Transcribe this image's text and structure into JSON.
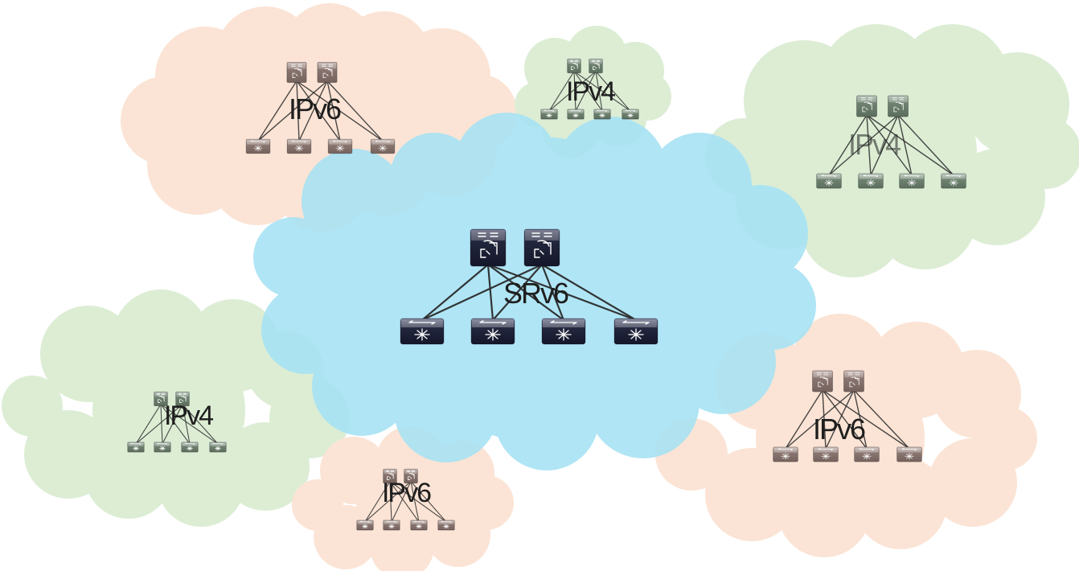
{
  "colors": {
    "ipv6_cloud": "#fbe4d5",
    "ipv4_cloud": "#dcedd4",
    "srv6_cloud": "#a6e2f4",
    "link_color": "#2a2a2a",
    "srv6_device": "#1e2238",
    "ipv4_device": "#6f8270",
    "ipv6_device": "#8a7670"
  },
  "clouds": [
    {
      "id": "ipv6-top-left",
      "label": "IPv6",
      "protocol": "ipv6",
      "spine_count": 2,
      "leaf_count": 4
    },
    {
      "id": "ipv4-top-center",
      "label": "IPv4",
      "protocol": "ipv4",
      "spine_count": 2,
      "leaf_count": 4
    },
    {
      "id": "ipv4-top-right",
      "label": "IPv4",
      "protocol": "ipv4",
      "spine_count": 2,
      "leaf_count": 4
    },
    {
      "id": "srv6-center",
      "label": "SRv6",
      "protocol": "srv6",
      "spine_count": 2,
      "leaf_count": 4
    },
    {
      "id": "ipv4-bottom-left",
      "label": "IPv4",
      "protocol": "ipv4",
      "spine_count": 2,
      "leaf_count": 4
    },
    {
      "id": "ipv6-bottom-center",
      "label": "IPv6",
      "protocol": "ipv6",
      "spine_count": 2,
      "leaf_count": 4
    },
    {
      "id": "ipv6-bottom-right",
      "label": "IPv6",
      "protocol": "ipv6",
      "spine_count": 2,
      "leaf_count": 4
    }
  ]
}
